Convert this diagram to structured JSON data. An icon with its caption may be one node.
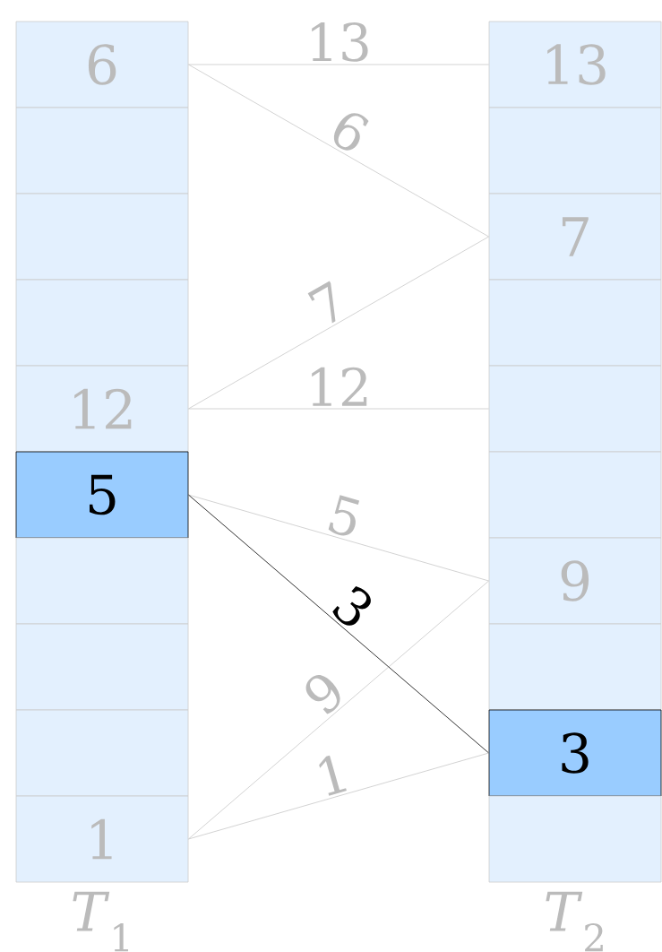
{
  "diagram": {
    "nodes": [
      {
        "text": [
          "6"
        ]
      },
      {
        "text": [],
        "shape": "box"
      },
      {
        "text": [],
        "shape": "box"
      },
      {
        "text": [],
        "shape": "box"
      },
      {
        "text": [
          "12"
        ]
      },
      {
        "text": [
          "5"
        ]
      },
      {
        "text": [],
        "shape": "box"
      },
      {
        "text": [],
        "shape": "box"
      },
      {
        "text": [],
        "shape": "box"
      },
      {
        "text": [
          "1"
        ]
      },
      {
        "text": [
          "13"
        ]
      },
      {
        "text": [],
        "shape": "box"
      },
      {
        "text": [
          "7"
        ]
      },
      {
        "text": [],
        "shape": "box"
      },
      {
        "text": [],
        "shape": "box"
      },
      {
        "text": [],
        "shape": "box"
      },
      {
        "text": [
          "9"
        ]
      },
      {
        "text": [],
        "shape": "box"
      },
      {
        "text": [
          "3"
        ]
      },
      {
        "text": [],
        "shape": "box"
      }
    ],
    "edges": [
      {
        "from": 0,
        "to": 10,
        "arrow": "none",
        "label": "13"
      },
      {
        "from": 0,
        "to": 12,
        "arrow": "none",
        "label": "6"
      },
      {
        "from": 4,
        "to": 12,
        "arrow": "none",
        "label": "7"
      },
      {
        "from": 4,
        "to": 14,
        "arrow": "none",
        "label": "12"
      },
      {
        "from": 5,
        "to": 16,
        "arrow": "none",
        "label": "5"
      },
      {
        "from": 5,
        "to": 18,
        "arrow": "none",
        "label": "3",
        "color": "#000000"
      },
      {
        "from": 9,
        "to": 16,
        "arrow": "none",
        "label": "9"
      },
      {
        "from": 9,
        "to": 18,
        "arrow": "none",
        "label": "1"
      }
    ],
    "labels": [
      "*T*$_{1}$",
      "*T*$_{2}$"
    ]
  }
}
